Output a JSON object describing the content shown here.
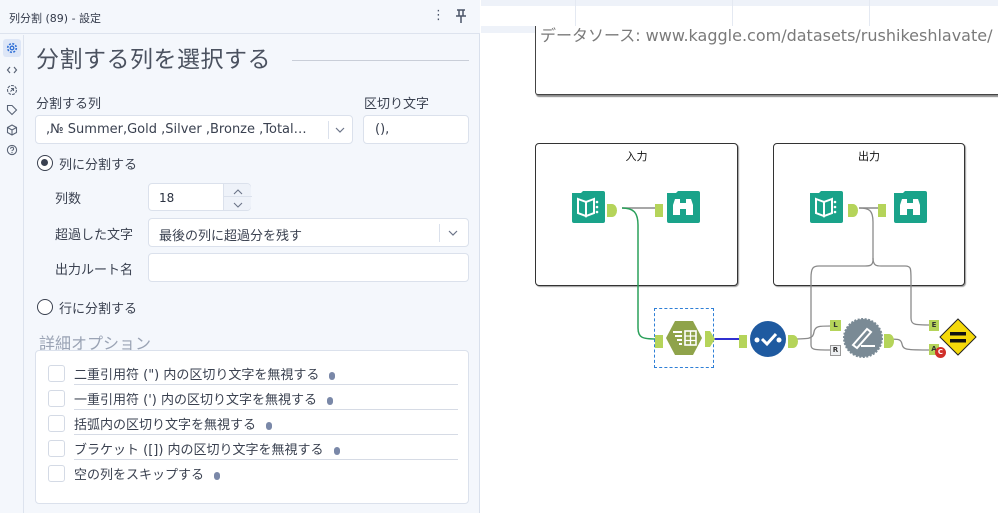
{
  "panel": {
    "title": "列分割 (89)  - 設定",
    "menu_icon": "⋮",
    "rail": [
      {
        "name": "configuration",
        "icon": "gear-icon",
        "active": true
      },
      {
        "name": "code",
        "icon": "code-icon",
        "active": false
      },
      {
        "name": "annotation",
        "icon": "annotation-icon",
        "active": false
      },
      {
        "name": "tags",
        "icon": "tag-icon",
        "active": false
      },
      {
        "name": "metadata",
        "icon": "cube-icon",
        "active": false
      },
      {
        "name": "help",
        "icon": "help-icon",
        "active": false
      }
    ],
    "section_title": "分割する列を選択する",
    "column_label": "分割する列",
    "column_value": ",№ Summer,Gold ,Silver ,Bronze ,Total…",
    "delimiter_label": "区切り文字",
    "delimiter_value": "(),",
    "split_columns_label": "列に分割する",
    "split_columns_checked": true,
    "num_columns_label": "列数",
    "num_columns_value": "18",
    "extra_chars_label": "超過した文字",
    "extra_chars_value": "最後の列に超過分を残す",
    "output_root_label": "出力ルート名",
    "output_root_value": "",
    "split_rows_label": "行に分割する",
    "split_rows_checked": false,
    "advanced_title": "詳細オプション",
    "advanced_options": [
      {
        "label": "二重引用符 (\") 内の区切り文字を無視する",
        "checked": false
      },
      {
        "label": "一重引用符 (') 内の区切り文字を無視する",
        "checked": false
      },
      {
        "label": "括弧内の区切り文字を無視する",
        "checked": false
      },
      {
        "label": "ブラケット ([]) 内の区切り文字を無視する",
        "checked": false
      },
      {
        "label": "空の列をスキップする",
        "checked": false
      }
    ]
  },
  "canvas": {
    "comment_text": "データソース: www.kaggle.com/datasets/rushikeshlavate/",
    "containers": [
      {
        "title": "入力"
      },
      {
        "title": "出力"
      }
    ],
    "tools": [
      {
        "name": "input-data-tool-1",
        "icon": "book-icon",
        "color": "#1aa38a"
      },
      {
        "name": "browse-tool-1",
        "icon": "binoculars-icon",
        "color": "#1aa38a"
      },
      {
        "name": "text-to-columns-tool",
        "icon": "text-to-columns-icon",
        "color": "#8fa34a",
        "selected": true
      },
      {
        "name": "select-tool",
        "icon": "checkmark-icon",
        "color": "#1f5aa0"
      },
      {
        "name": "input-data-tool-2",
        "icon": "book-icon",
        "color": "#1aa38a"
      },
      {
        "name": "browse-tool-2",
        "icon": "binoculars-icon",
        "color": "#1aa38a"
      },
      {
        "name": "join-compare-tool",
        "icon": "pen-gear-icon",
        "color": "#7a8a95"
      },
      {
        "name": "test-tool",
        "icon": "equals-diamond-icon",
        "color": "#f5d90a"
      }
    ],
    "anchors": {
      "join_left": "L",
      "join_right": "R",
      "test_expected": "E",
      "test_actual": "A",
      "test_badge": "C"
    },
    "colors": {
      "wire_default": "#8a8a8a",
      "wire_green": "#2aa05a",
      "wire_blue": "#3030d0",
      "anchor": "#b5d45a"
    }
  }
}
